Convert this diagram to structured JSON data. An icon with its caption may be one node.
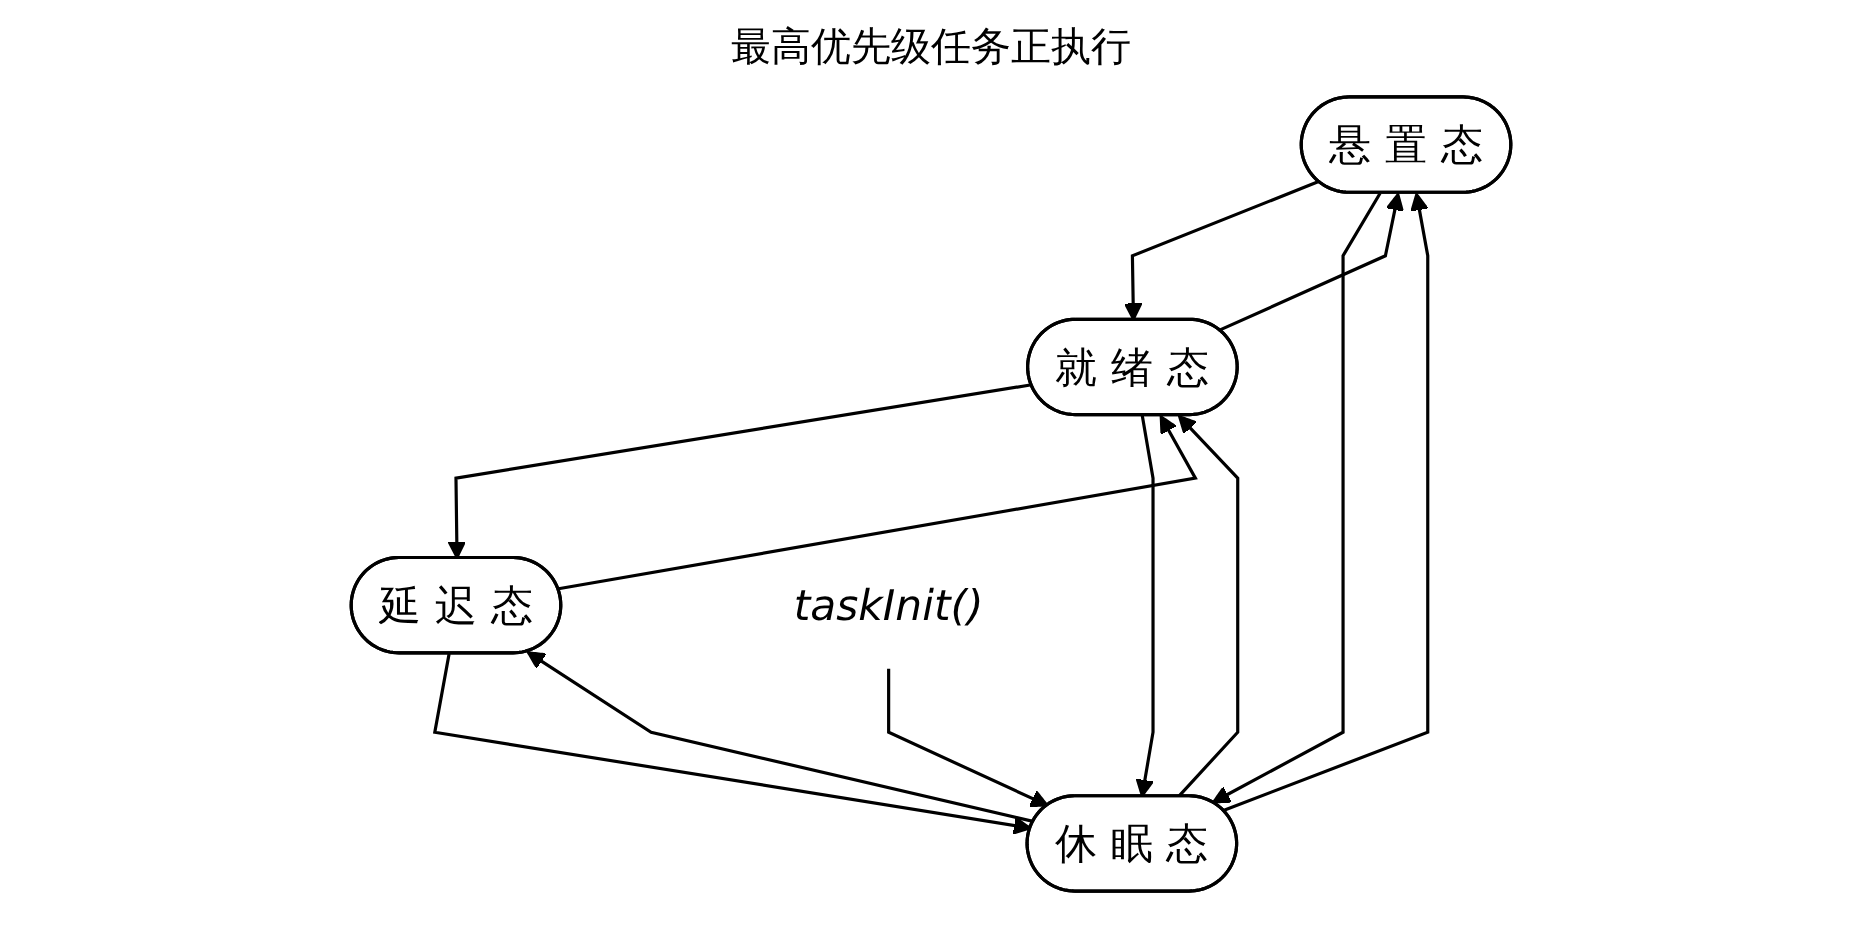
{
  "diagram": {
    "title": "最高优先级任务正执行",
    "nodes": [
      {
        "text": [
          "悬 置 态"
        ]
      },
      {
        "text": [
          "就 绪 态"
        ]
      },
      {
        "text": [
          "延 迟 态"
        ]
      },
      {
        "text": [
          "休 眠 态"
        ]
      },
      {
        "text": [
          "taskInit()"
        ]
      }
    ],
    "edges": [
      {
        "from": 1,
        "to": 0,
        "arrow": "to"
      },
      {
        "from": 0,
        "to": 1,
        "arrow": "to"
      },
      {
        "from": 2,
        "to": 1,
        "arrow": "to"
      },
      {
        "from": 1,
        "to": 2,
        "arrow": "to"
      },
      {
        "from": 1,
        "to": 3,
        "arrow": "to"
      },
      {
        "from": 3,
        "to": 1,
        "arrow": "to"
      },
      {
        "from": 0,
        "to": 3,
        "arrow": "to"
      },
      {
        "from": 3,
        "to": 0,
        "arrow": "to"
      },
      {
        "from": 2,
        "to": 3,
        "arrow": "to"
      },
      {
        "from": 3,
        "to": 2,
        "arrow": "to"
      },
      {
        "from": 4,
        "to": 3,
        "arrow": "to"
      }
    ]
  }
}
